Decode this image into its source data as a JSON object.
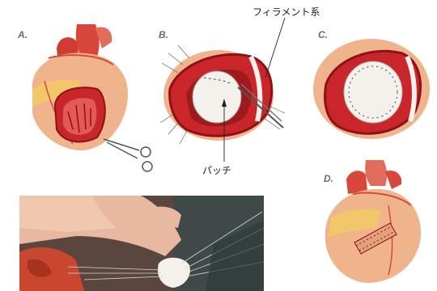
{
  "panels": [
    {
      "id": "A",
      "label": "A."
    },
    {
      "id": "B",
      "label": "B."
    },
    {
      "id": "C",
      "label": "C."
    },
    {
      "id": "D",
      "label": "D."
    }
  ],
  "callouts": {
    "filament": "フィラメント系",
    "patch": "パッチ"
  },
  "colors": {
    "muscle": "#c8262a",
    "muscle_dark": "#8e1115",
    "flesh": "#f0b48c",
    "fat": "#f2c66a",
    "patch": "#f4f1ec",
    "photo_tissue": "#c8472e"
  }
}
